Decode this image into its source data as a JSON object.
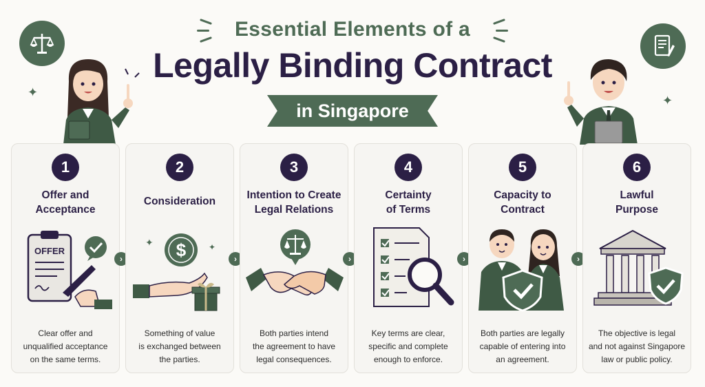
{
  "header": {
    "subtitle": "Essential Elements of a",
    "title": "Legally Binding Contract",
    "ribbon": "in Singapore"
  },
  "icons": {
    "left_emblem": "scales-icon",
    "right_emblem": "contract-document-icon"
  },
  "colors": {
    "accent": "#4e6b55",
    "dark": "#2b1f45",
    "background": "#fbfaf7"
  },
  "elements": [
    {
      "number": "1",
      "title_line1": "Offer and",
      "title_line2": "Acceptance",
      "illustration": "offer-clipboard-icon",
      "illus_label": "OFFER",
      "desc_line1": "Clear offer and",
      "desc_line2": "unqualified acceptance",
      "desc_line3": "on the same terms."
    },
    {
      "number": "2",
      "title_line1": "Consideration",
      "title_line2": "",
      "illustration": "coin-gift-exchange-icon",
      "illus_label": "$",
      "desc_line1": "Something of value",
      "desc_line2": "is exchanged between",
      "desc_line3": "the parties."
    },
    {
      "number": "3",
      "title_line1": "Intention to Create",
      "title_line2": "Legal Relations",
      "illustration": "handshake-icon",
      "illus_label": "",
      "desc_line1": "Both parties intend",
      "desc_line2": "the agreement to have",
      "desc_line3": "legal consequences."
    },
    {
      "number": "4",
      "title_line1": "Certainty",
      "title_line2": "of Terms",
      "illustration": "checklist-magnifier-icon",
      "illus_label": "",
      "desc_line1": "Key terms are clear,",
      "desc_line2": "specific and complete",
      "desc_line3": "enough to enforce."
    },
    {
      "number": "5",
      "title_line1": "Capacity to",
      "title_line2": "Contract",
      "illustration": "two-people-shield-icon",
      "illus_label": "",
      "desc_line1": "Both parties are legally",
      "desc_line2": "capable of entering into",
      "desc_line3": "an agreement."
    },
    {
      "number": "6",
      "title_line1": "Lawful",
      "title_line2": "Purpose",
      "illustration": "courthouse-shield-icon",
      "illus_label": "",
      "desc_line1": "The objective is legal",
      "desc_line2": "and not against Singapore",
      "desc_line3": "law or public policy."
    }
  ]
}
